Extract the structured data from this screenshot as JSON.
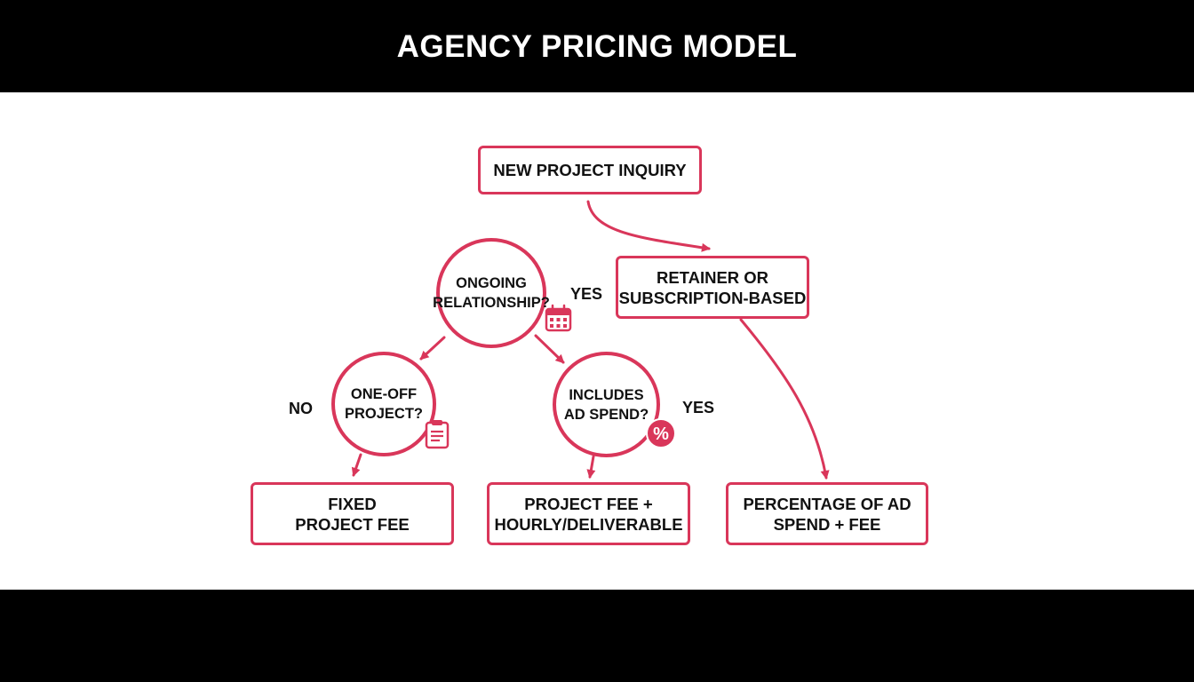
{
  "title": "AGENCY PRICING MODEL",
  "colors": {
    "accent": "#d9365a",
    "background": "#ffffff",
    "frame": "#000000",
    "text": "#111111"
  },
  "nodes": {
    "new_project_inquiry": "NEW PROJECT INQUIRY",
    "ongoing_relationship": "ONGOING\nRELATIONSHIP?",
    "retainer_subscription": "RETAINER OR\nSUBSCRIPTION-BASED",
    "one_off_project": "ONE-OFF\nPROJECT?",
    "includes_ad_spend": "INCLUDES\nAD SPEND?",
    "fixed_project_fee": "FIXED\nPROJECT FEE",
    "project_fee_hourly": "PROJECT FEE +\nHOURLY/DELIVERABLE",
    "percentage_ad_spend": "PERCENTAGE OF AD\nSPEND + FEE"
  },
  "edge_labels": {
    "yes_ongoing": "YES",
    "no_ongoing": "NO",
    "yes_ad_spend": "YES"
  },
  "icons": {
    "ongoing": "calendar-icon",
    "one_off": "clipboard-icon",
    "ad_spend": "percent-badge-icon",
    "percent_glyph": "%"
  }
}
